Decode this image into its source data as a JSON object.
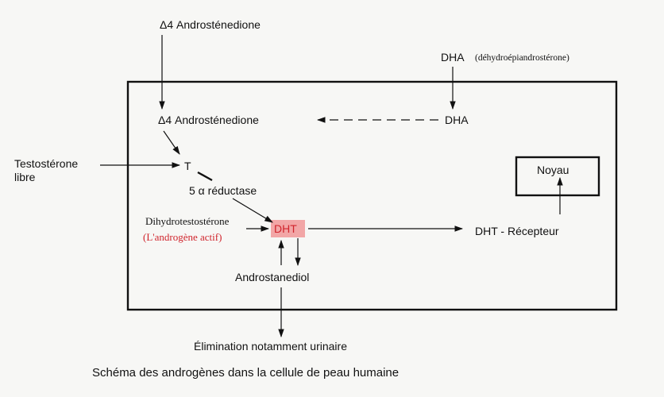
{
  "labels": {
    "andro_top": "Δ4 Androsténedione",
    "dha_top": "DHA",
    "dha_full": "(déhydroépiandrostérone)",
    "andro_in": "Δ4 Androsténedione",
    "dha_in": "DHA",
    "testo_line1": "Testostérone",
    "testo_line2": "libre",
    "t": "T",
    "reductase": "5 α réductase",
    "dihydro": "Dihydrotestostérone",
    "actif": "(L'androgène actif)",
    "dht": "DHT",
    "dht_receptor": "DHT - Récepteur",
    "noyau": "Noyau",
    "androstanediol": "Androstanediol",
    "elimination": "Élimination notamment urinaire",
    "caption": "Schéma des androgènes dans la cellule de peau humaine"
  },
  "colors": {
    "dht_highlight": "#f2a6a6",
    "actif_text": "#d0242c",
    "line": "#111111"
  }
}
